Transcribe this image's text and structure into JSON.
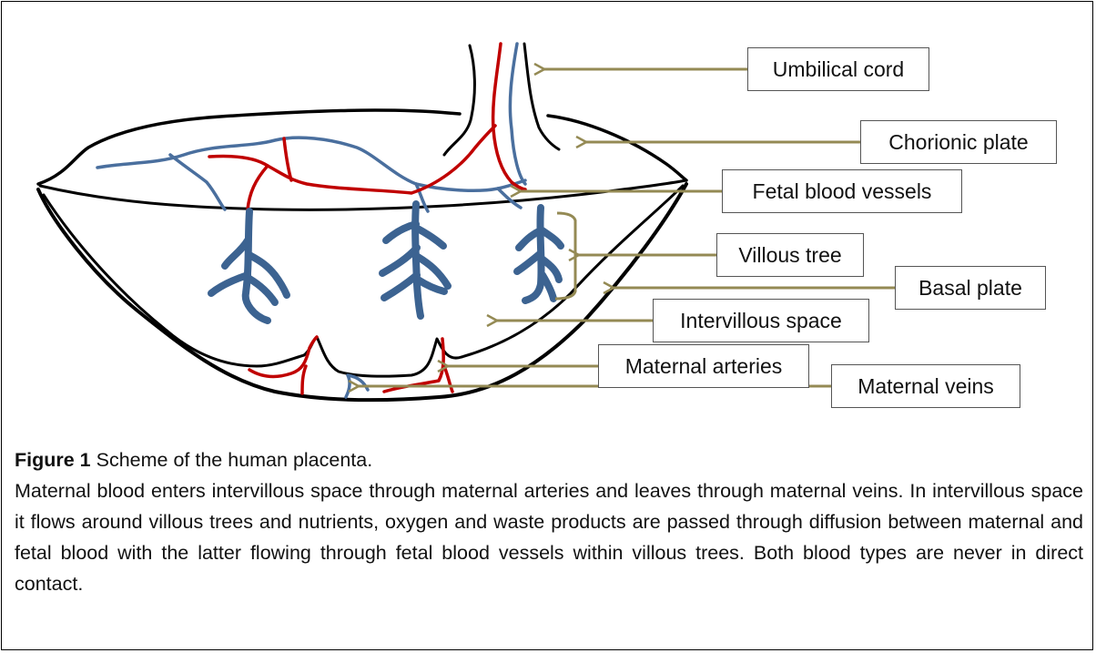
{
  "labels": {
    "umbilical_cord": "Umbilical cord",
    "chorionic_plate": "Chorionic plate",
    "fetal_blood_vessels": "Fetal blood vessels",
    "villous_tree": "Villous tree",
    "basal_plate": "Basal plate",
    "intervillous_space": "Intervillous space",
    "maternal_arteries": "Maternal arteries",
    "maternal_veins": "Maternal veins"
  },
  "colors": {
    "outline": "#000000",
    "maternal_artery": "#c00000",
    "fetal_vessel": "#4a6f9e",
    "villous_tree": "#3c6391",
    "arrow": "#948a54"
  },
  "caption": {
    "figure_label": "Figure 1",
    "title": "Scheme of the human placenta.",
    "description": "Maternal blood enters intervillous space through maternal arteries and leaves through maternal veins. In intervillous space it flows around villous trees and nutrients, oxygen and waste products are passed through diffusion between maternal and fetal blood with the latter flowing through fetal blood vessels within villous trees. Both blood types are never in direct contact."
  }
}
